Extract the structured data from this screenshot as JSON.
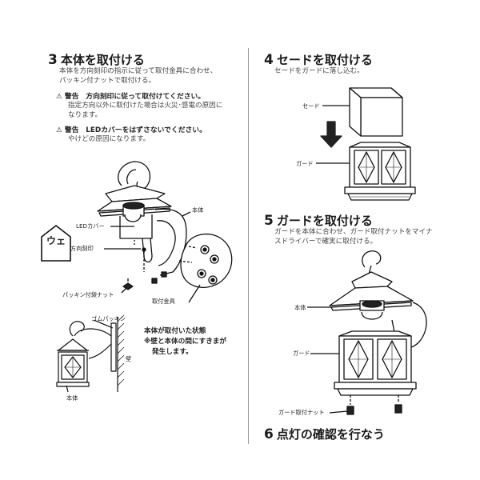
{
  "step3": {
    "number": "3",
    "title": "本体を取付ける",
    "body": [
      "本体を方向刻印の指示に従って取付金具に合わせ、",
      "パッキン付ナットで取付ける。"
    ],
    "warning1": {
      "icon": "warning-triangle-icon",
      "title": "警告　方向刻印に従って取付けてください。",
      "body": [
        "指定方向以外に取付けた場合は火災･感電の原因に",
        "なります。"
      ]
    },
    "warning2": {
      "icon": "warning-triangle-icon",
      "title": "警告　LEDカバーをはずさないでください。",
      "body": [
        "やけどの原因になります。"
      ]
    },
    "labels": {
      "led_cover": "LEDカバー",
      "direction_mark": "方向刻印",
      "body": "本体",
      "packing_nut": "パッキン付袋ナット",
      "bracket": "取付金具",
      "direction_badge": "ウェ",
      "rubber_packing": "ゴムパッキン",
      "wall": "壁",
      "body2": "本体"
    },
    "installed_note": [
      "本体が取付いた状態",
      "※壁と本体の間にすきまが",
      "発生します。"
    ]
  },
  "step4": {
    "number": "4",
    "title": "セードを取付ける",
    "body": [
      "セードをガードに落し込む。"
    ],
    "labels": {
      "shade": "セード",
      "guard": "ガード"
    }
  },
  "step5": {
    "number": "5",
    "title": "ガードを取付ける",
    "body": [
      "ガードを本体に合わせ、ガード取付ナットをマイナ",
      "スドライバーで確実に取付ける。"
    ],
    "labels": {
      "body": "本体",
      "guard": "ガード",
      "guard_nut": "ガード取付ナット"
    }
  },
  "step6": {
    "number": "6",
    "title": "点灯の確認を行なう"
  }
}
